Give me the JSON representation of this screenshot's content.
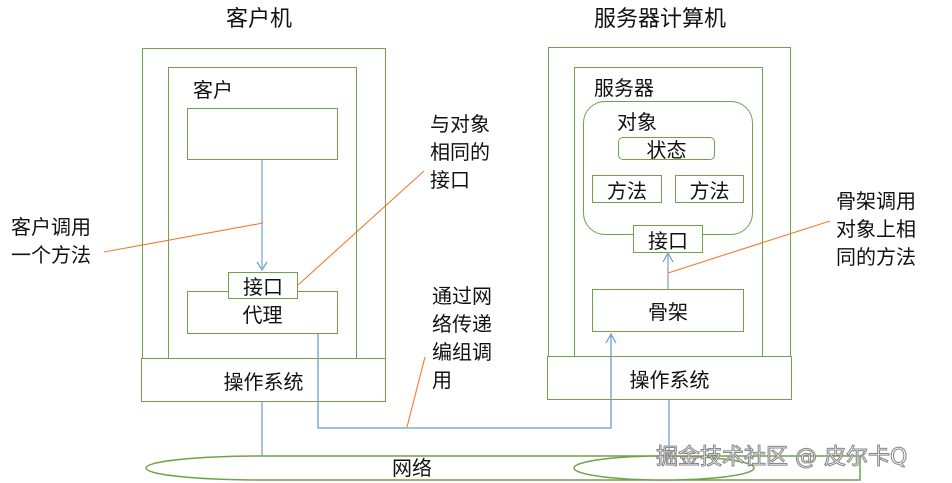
{
  "client_machine": {
    "title": "客户机",
    "client": {
      "label": "客户",
      "code_box": ""
    },
    "interface_label": "接口",
    "proxy_label": "代理",
    "os_label": "操作系统"
  },
  "server_machine": {
    "title": "服务器计算机",
    "server": {
      "label": "服务器",
      "object": {
        "label": "对象",
        "state_label": "状态",
        "methods": [
          "方法",
          "方法"
        ],
        "interface_label": "接口"
      },
      "skeleton_label": "骨架"
    },
    "os_label": "操作系统"
  },
  "network_label": "网络",
  "annotations": {
    "client_calls_method": "客户调用\n一个方法",
    "same_interface": "与对象\n相同的\n接口",
    "marshalled_call": "通过网\n络传递\n编组调\n用",
    "skeleton_invokes": "骨架调用\n对象上相\n同的方法"
  },
  "watermark": "掘金技术社区 @ 皮尔卡Q",
  "colors": {
    "box_border": "#70a24a",
    "arrow": "#6b9bc8",
    "annotation_line": "#ed7d31"
  }
}
